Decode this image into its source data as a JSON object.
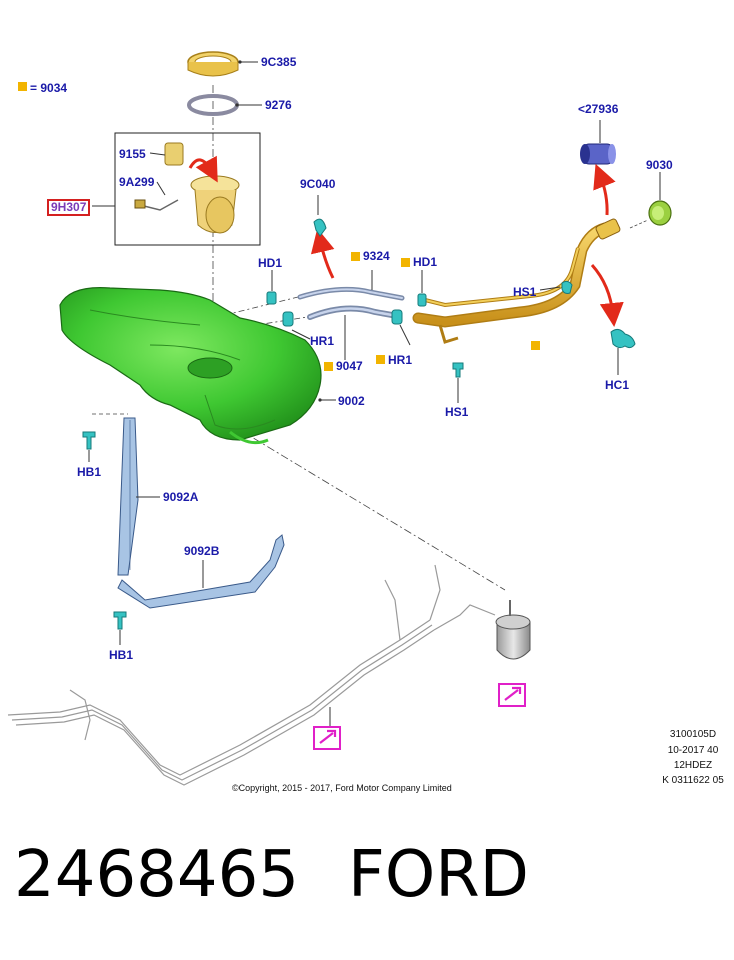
{
  "legend": {
    "equals_label": "= 9034"
  },
  "callouts": {
    "9C385": "9C385",
    "9276": "9276",
    "9155": "9155",
    "9A299": "9A299",
    "9H307": "9H307",
    "9C040": "9C040",
    "27936": "<27936",
    "9030": "9030",
    "9324": "9324",
    "HD1_left": "HD1",
    "HD1_right": "HD1",
    "HS1_upper": "HS1",
    "HS1_lower": "HS1",
    "HR1_left": "HR1",
    "HR1_right": "HR1",
    "9047": "9047",
    "HC1": "HC1",
    "9002": "9002",
    "HB1_upper": "HB1",
    "HB1_lower": "HB1",
    "9092A": "9092A",
    "9092B": "9092B"
  },
  "doc_codes": [
    "3100105D",
    "10-2017 40",
    "12HDEZ",
    "K 0311622 05"
  ],
  "copyright": "©Copyright, 2015 - 2017, Ford Motor Company Limited",
  "part_number": "2468465",
  "brand": "FORD",
  "colors": {
    "callout_text": "#1a1aa8",
    "marker": "#f2b400",
    "tank": "#3fc832",
    "filler_pipe": "#e7b52a",
    "fasteners": "#35c2c2",
    "arrows": "#e22a1a",
    "highlight_box": "#e020c8"
  }
}
